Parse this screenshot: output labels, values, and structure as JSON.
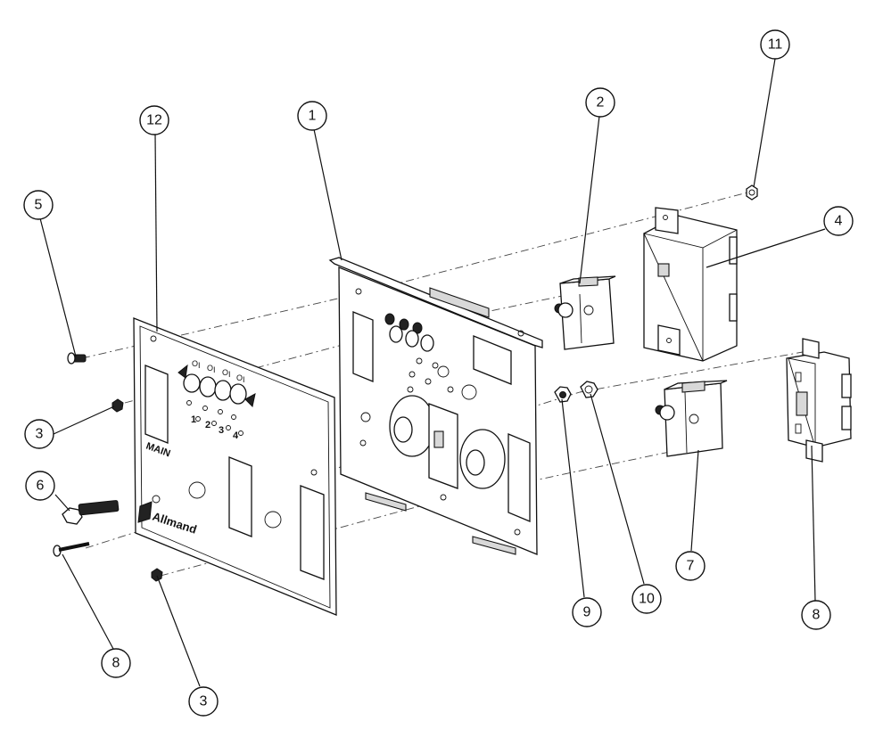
{
  "callouts": [
    {
      "id": "c1",
      "label": "1"
    },
    {
      "id": "c2",
      "label": "2"
    },
    {
      "id": "c3a",
      "label": "3"
    },
    {
      "id": "c3b",
      "label": "3"
    },
    {
      "id": "c4",
      "label": "4"
    },
    {
      "id": "c5",
      "label": "5"
    },
    {
      "id": "c6",
      "label": "6"
    },
    {
      "id": "c7",
      "label": "7"
    },
    {
      "id": "c8a",
      "label": "8"
    },
    {
      "id": "c8b",
      "label": "8"
    },
    {
      "id": "c9",
      "label": "9"
    },
    {
      "id": "c10",
      "label": "10"
    },
    {
      "id": "c11",
      "label": "11"
    },
    {
      "id": "c12",
      "label": "12"
    }
  ],
  "panel_overlay": {
    "main_label": "MAIN",
    "brand_logo_text": "Allmand",
    "switch_symbols": [
      "O",
      "I",
      "O",
      "I",
      "O",
      "I",
      "O",
      "I"
    ],
    "circuit_numbers": [
      "1",
      "2",
      "3",
      "4"
    ]
  }
}
